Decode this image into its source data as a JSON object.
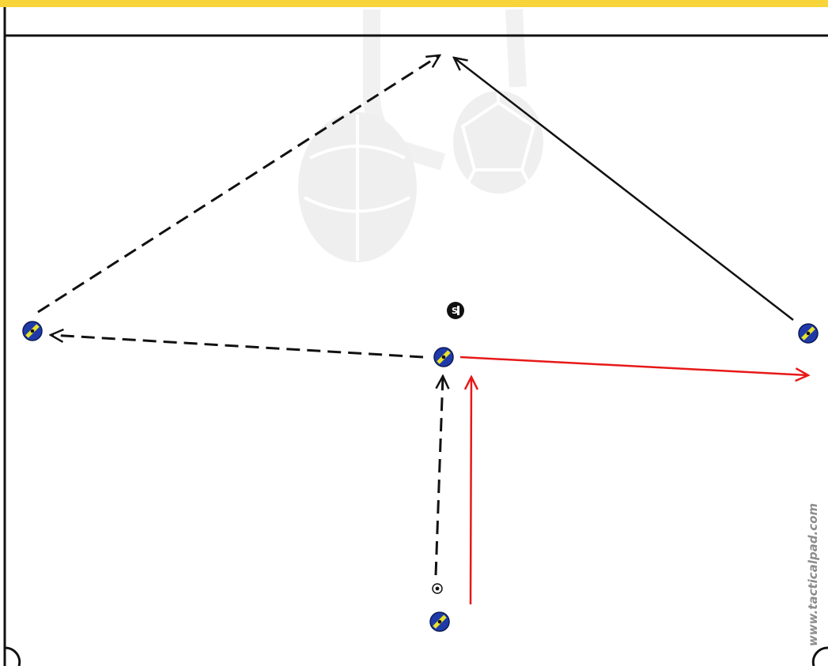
{
  "brand": {
    "watermark_text": "www.tacticalpad.com",
    "logo_name": "tacticalpad-balls-logo"
  },
  "colors": {
    "top_band": "#f7d43a",
    "field_line": "#111111",
    "pass_arrow": "#111111",
    "run_arrow": "#e81818",
    "player_fill": "#1f3aa8",
    "player_stripe": "#e8e22a",
    "logo_tint": "#e4e4e4"
  },
  "legend_icons": {
    "player": "player-token-icon",
    "ball": "soccer-ball-icon",
    "coach": "coach-marker-icon"
  },
  "coach": {
    "label": "S"
  },
  "arrows": [
    {
      "name": "pass-arrow-bottom-to-center",
      "style": "dashed",
      "color": "pass_arrow"
    },
    {
      "name": "pass-arrow-center-to-left",
      "style": "dashed",
      "color": "pass_arrow"
    },
    {
      "name": "pass-arrow-left-to-top",
      "style": "dashed",
      "color": "pass_arrow"
    },
    {
      "name": "run-arrow-right-to-top",
      "style": "solid",
      "color": "pass_arrow"
    },
    {
      "name": "run-arrow-bottom-to-center",
      "style": "solid",
      "color": "run_arrow"
    },
    {
      "name": "run-arrow-center-to-right",
      "style": "solid",
      "color": "run_arrow"
    }
  ]
}
